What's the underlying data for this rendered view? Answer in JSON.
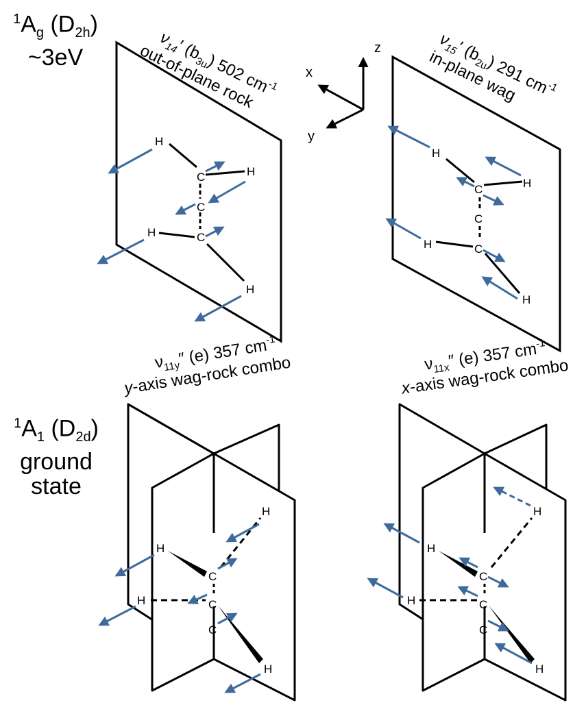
{
  "states": [
    {
      "line1_main": "1",
      "line1_a": "A",
      "line1_sub_a": "g",
      "line1_b": " (D",
      "line1_sub_b": "2h",
      "line1_end": ")",
      "line2": "~3eV"
    },
    {
      "line1_main": "1",
      "line1_a": "A",
      "line1_sub_a": "1",
      "line1_b": " (D",
      "line1_sub_b": "2d",
      "line1_end": ")",
      "line2": "ground",
      "line3": "state"
    }
  ],
  "modes": [
    {
      "nu": "ν",
      "sub": "14",
      "prime": "′",
      "sym_pre": " (b",
      "sym_sub": "3u",
      "sym_post": ") 502 cm",
      "exp": "-1",
      "desc": "out-of-plane rock"
    },
    {
      "nu": "ν",
      "sub": "15",
      "prime": "′",
      "sym_pre": " (b",
      "sym_sub": "2u",
      "sym_post": ") 291 cm",
      "exp": "-1",
      "desc": "in-plane wag"
    },
    {
      "nu": "ν",
      "sub": "11y",
      "prime": "″",
      "sym_pre": " (e) 357 cm",
      "exp": "-1",
      "desc_italic": "y",
      "desc_rest": "-axis wag-rock combo"
    },
    {
      "nu": "ν",
      "sub": "11x",
      "prime": "″",
      "sym_pre": " (e) 357 cm",
      "exp": "-1",
      "desc_italic": "x",
      "desc_rest": "-axis wag-rock combo"
    }
  ],
  "axes": {
    "x": "x",
    "y": "y",
    "z": "z"
  },
  "atoms": {
    "H": "H",
    "C": "C"
  },
  "colors": {
    "arrow": "#3f6b9c",
    "line": "#000000"
  }
}
